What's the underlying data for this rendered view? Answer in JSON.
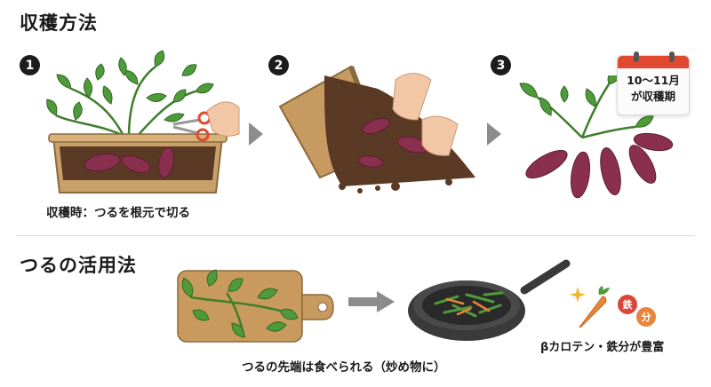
{
  "harvest": {
    "title": "収穫方法",
    "steps": [
      {
        "num": "1",
        "caption": "収穫時：つるを根元で切る"
      },
      {
        "num": "2",
        "caption": ""
      },
      {
        "num": "3",
        "caption": ""
      }
    ],
    "calendar": {
      "line1": "10〜11月",
      "line2": "が収穫期"
    }
  },
  "vines": {
    "title": "つるの活用法",
    "caption": "つるの先端は食べられる（炒め物に）",
    "nutrients": "βカロテン・鉄分が豊富",
    "badges": [
      "鉄",
      "分"
    ]
  },
  "colors": {
    "leaf": "#4f9a3a",
    "potato": "#8b2f4f",
    "soil": "#5a3a24",
    "pot": "#caa06a",
    "arrow": "#8c8c8c",
    "calendar_top": "#e0492f",
    "badge_iron": "#d9463a",
    "badge_minute": "#e8853a"
  },
  "icons": [
    "step-1-icon",
    "step-2-icon",
    "step-3-icon",
    "arrow-right-icon",
    "calendar-icon",
    "carrot-icon",
    "sparkle-icon"
  ]
}
